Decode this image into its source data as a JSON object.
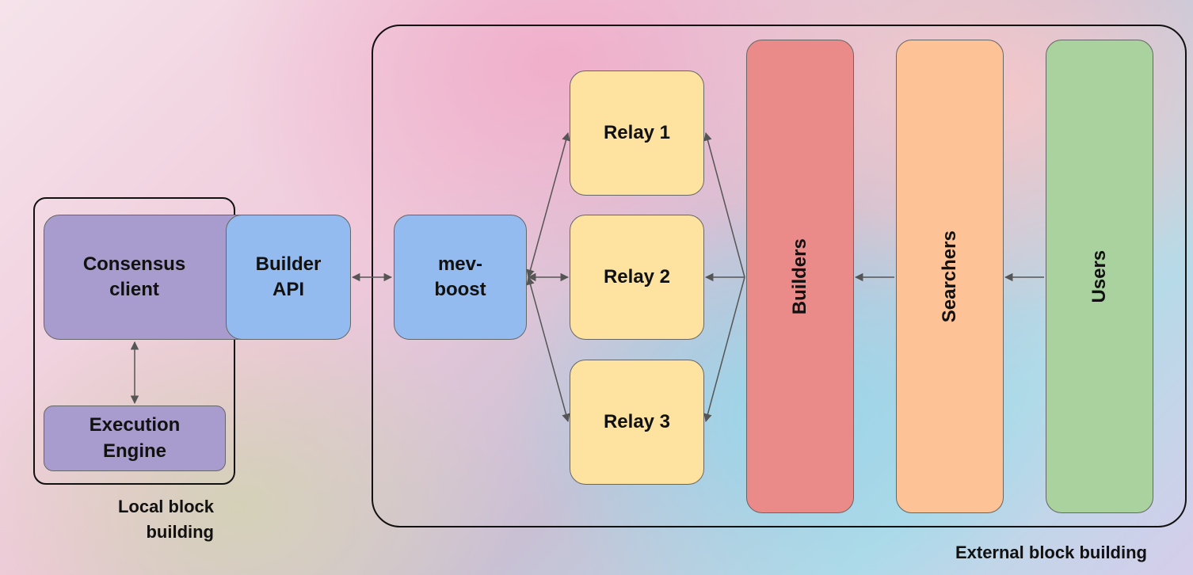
{
  "components": {
    "consensus_client": "Consensus\nclient",
    "execution_engine": "Execution\nEngine",
    "builder_api": "Builder\nAPI",
    "mev_boost": "mev-\nboost",
    "relay_1": "Relay 1",
    "relay_2": "Relay 2",
    "relay_3": "Relay 3",
    "builders": "Builders",
    "searchers": "Searchers",
    "users": "Users"
  },
  "groups": {
    "local": "Local block\nbuilding",
    "external": "External block building"
  },
  "colors": {
    "consensus": "#a89bcd",
    "builder_api": "#93bbef",
    "relay": "#fde39f",
    "builders": "#ea8b8a",
    "searchers": "#fdc396",
    "users": "#aad29f"
  }
}
